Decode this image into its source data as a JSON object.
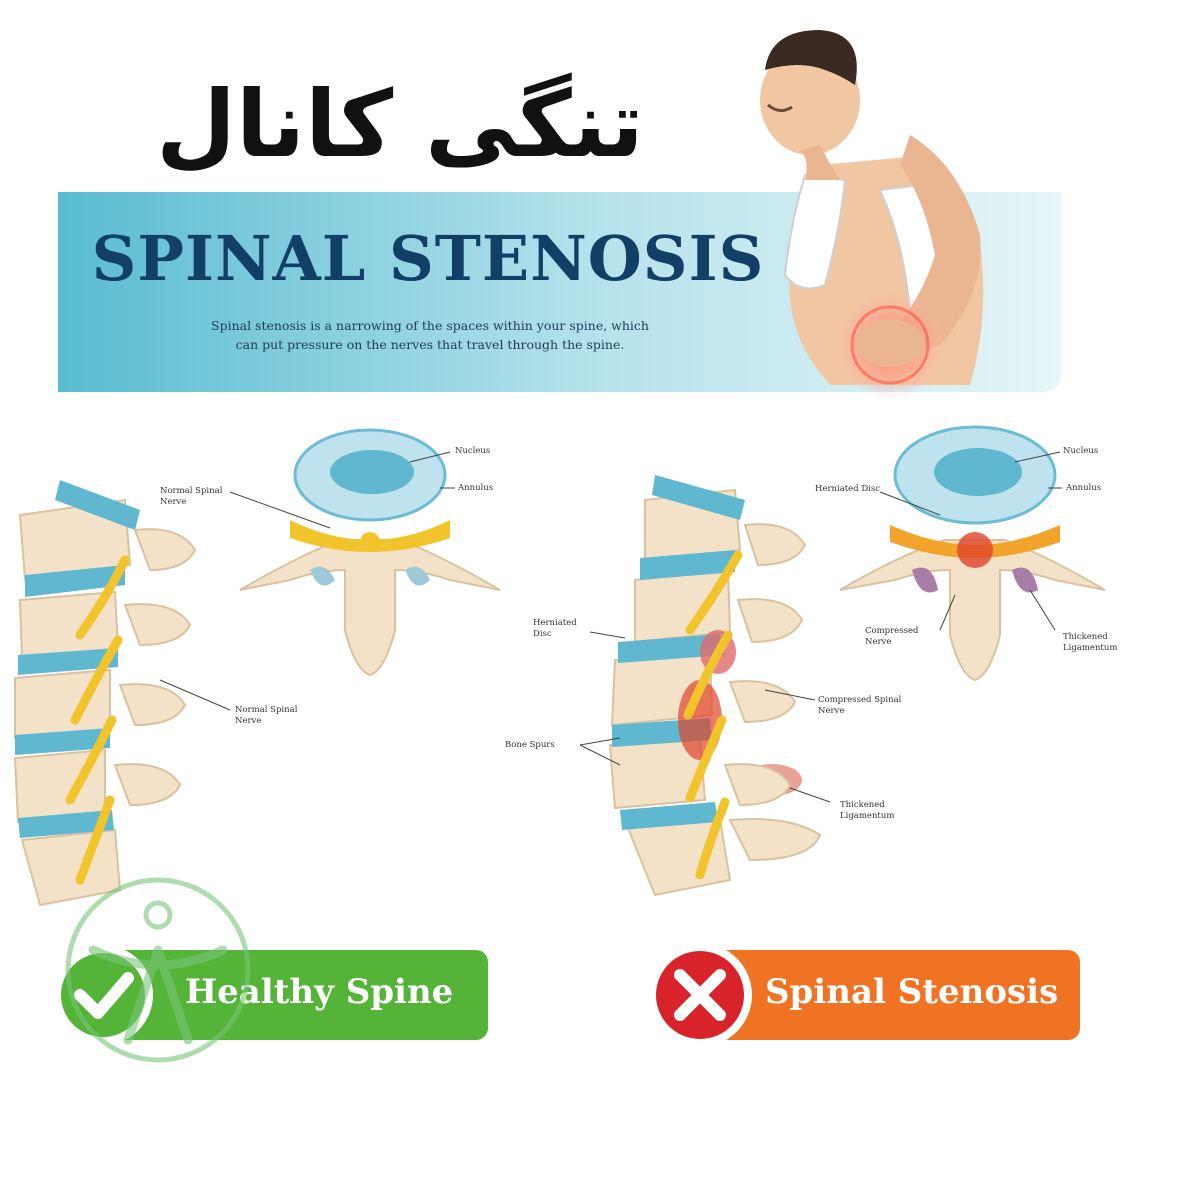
{
  "title_fa": "تنگی کانال نخاعی",
  "banner": {
    "title": "SPINAL STENOSIS",
    "description_line1": "Spinal stenosis is a narrowing of the spaces within your spine, which",
    "description_line2": "can put pressure on the nerves that travel through the spine."
  },
  "healthy": {
    "labels": {
      "nucleus": "Nucleus",
      "annulus": "Annulus",
      "normal_spinal_nerve_top": "Normal Spinal Nerve",
      "normal_spinal_nerve_bottom": "Normal Spinal Nerve"
    },
    "badge": "Healthy Spine"
  },
  "stenosis": {
    "labels": {
      "nucleus": "Nucleus",
      "annulus": "Annulus",
      "herniated_disc_top": "Herniated Disc",
      "herniated_disc_left": "Herniated Disc",
      "compressed_nerve": "Compressed Nerve",
      "thickened_ligamentum": "Thickened Ligamentum",
      "compressed_spinal_nerve": "Compressed Spinal Nerve",
      "bone_spurs": "Bone Spurs",
      "thickened_ligamentum_lower": "Thickened Ligamentum"
    },
    "badge": "Spinal Stenosis"
  },
  "colors": {
    "banner_bg": "#bfe6ee",
    "banner_title": "#123f66",
    "disc_blue": "#5fb8cf",
    "bone": "#f3e2c8",
    "nerve_yellow": "#f2c42c",
    "inflammation_red": "#e0442a",
    "badge_green": "#53b437",
    "badge_orange": "#f07324",
    "badge_red": "#d8232a"
  }
}
